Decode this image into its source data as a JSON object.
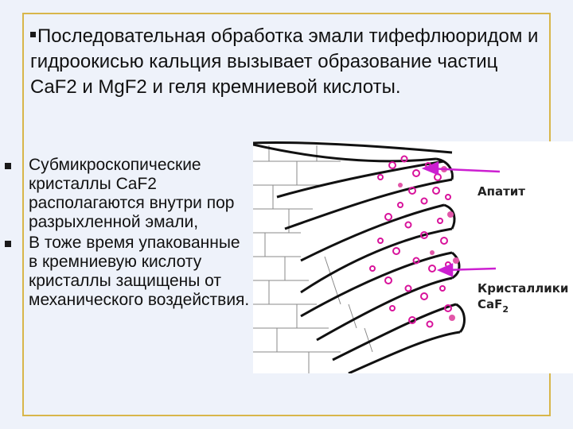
{
  "heading": "Последовательная обработка эмали тифефлюоридом и гидроокисью кальция вызывает образование частиц CaF2 и MgF2 и геля кремниевой кислоты.",
  "bullets": [
    "Субмикроскопические кристаллы CaF2 располагаются внутри пор разрыхленной эмали,",
    "В тоже время упакованные в кремниевую кислоту кристаллы защищены от механического воздействия."
  ],
  "figure": {
    "label_apatite": "Апатит",
    "label_crystals_line1": "Кристаллики",
    "label_crystals_line2": "CaF",
    "label_crystals_sub": "2"
  },
  "colors": {
    "frame": "#d8b64a",
    "arrow": "#cc1fd1",
    "dots": "#d8139b",
    "background": "#eef2fa"
  }
}
